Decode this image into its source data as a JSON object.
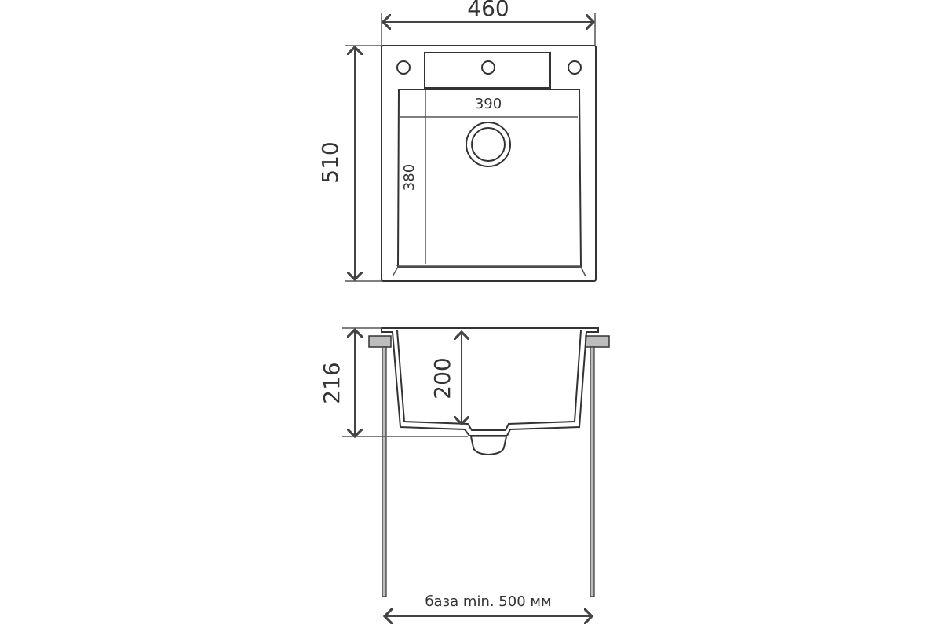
{
  "top_view": {
    "width": "460",
    "depth": "510",
    "bowl_width": "390",
    "bowl_depth": "380"
  },
  "side_view": {
    "height": "216",
    "bowl_height": "200",
    "cabinet_base": "база min. 500 мм"
  },
  "colors": {
    "stroke": "#333333",
    "support": "#bdbdbd"
  }
}
